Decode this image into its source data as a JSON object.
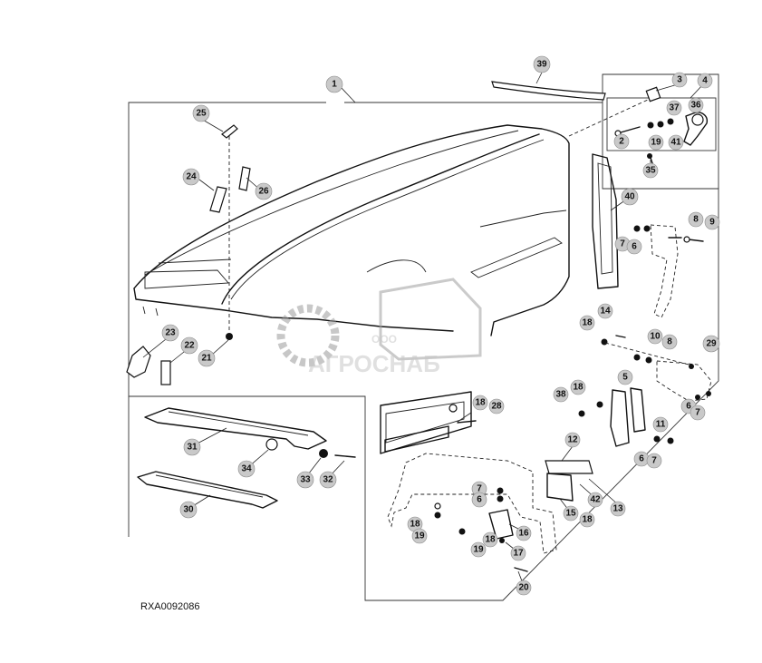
{
  "document_id": "RXA0092086",
  "watermark": {
    "small_text": "ООО",
    "brand_text": "АГРОСНАБ"
  },
  "callouts": {
    "c1": "1",
    "c2": "2",
    "c3": "3",
    "c4": "4",
    "c5": "5",
    "c6a": "6",
    "c6b": "6",
    "c6c": "6",
    "c6d": "6",
    "c7a": "7",
    "c7b": "7",
    "c7c": "7",
    "c7d": "7",
    "c8a": "8",
    "c8b": "8",
    "c9": "9",
    "c10": "10",
    "c11": "11",
    "c12": "12",
    "c13": "13",
    "c14": "14",
    "c15": "15",
    "c16": "16",
    "c17": "17",
    "c18a": "18",
    "c18b": "18",
    "c18c": "18",
    "c18d": "18",
    "c18e": "18",
    "c18f": "18",
    "c19a": "19",
    "c19b": "19",
    "c19c": "19",
    "c20": "20",
    "c21": "21",
    "c22": "22",
    "c23": "23",
    "c24": "24",
    "c25": "25",
    "c26": "26",
    "c28": "28",
    "c29": "29",
    "c30": "30",
    "c31": "31",
    "c32": "32",
    "c33": "33",
    "c34": "34",
    "c35": "35",
    "c36": "36",
    "c37": "37",
    "c38": "38",
    "c39": "39",
    "c40": "40",
    "c41": "41",
    "c42": "42"
  }
}
